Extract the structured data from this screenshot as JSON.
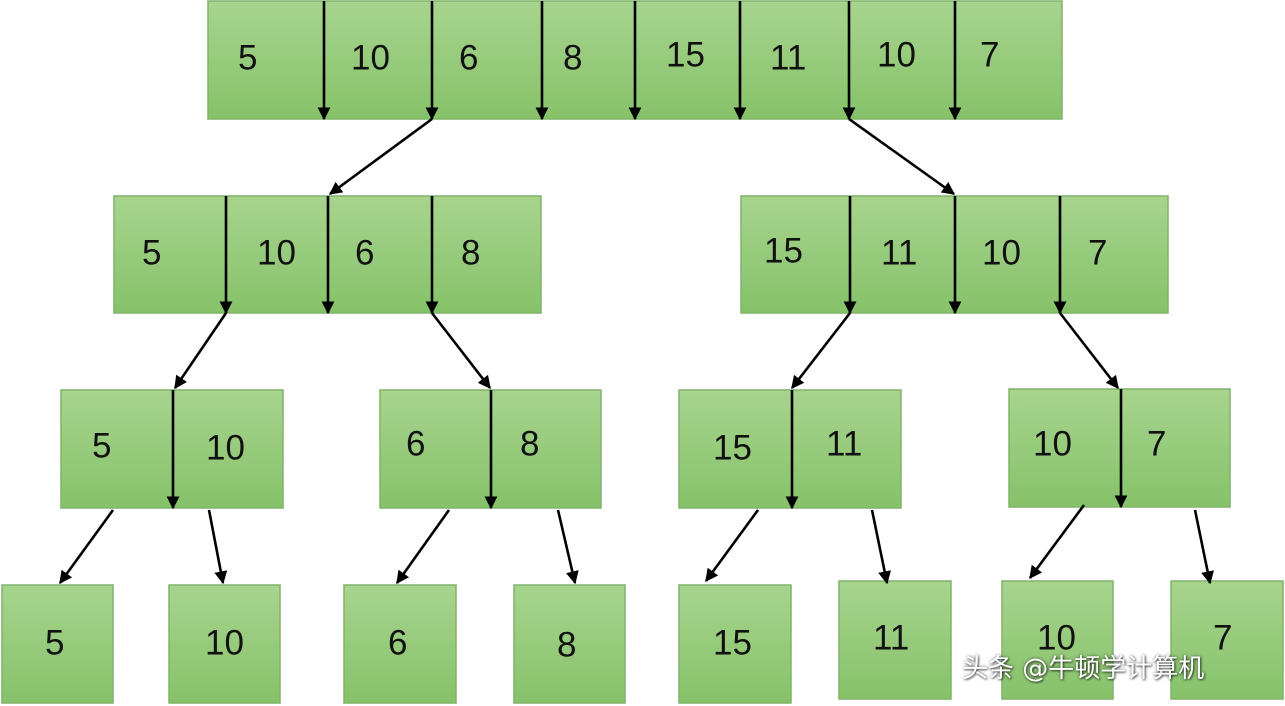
{
  "diagram": {
    "levels": [
      [
        [
          "5",
          "10",
          "6",
          "8",
          "15",
          "11",
          "10",
          "7"
        ]
      ],
      [
        [
          "5",
          "10",
          "6",
          "8"
        ],
        [
          "15",
          "11",
          "10",
          "7"
        ]
      ],
      [
        [
          "5",
          "10"
        ],
        [
          "6",
          "8"
        ],
        [
          "15",
          "11"
        ],
        [
          "10",
          "7"
        ]
      ],
      [
        [
          "5"
        ],
        [
          "10"
        ],
        [
          "6"
        ],
        [
          "8"
        ],
        [
          "15"
        ],
        [
          "11"
        ],
        [
          "10"
        ],
        [
          "7"
        ]
      ]
    ]
  },
  "watermark": "头条 @牛顿学计算机",
  "colors": {
    "box_fill_top": "#a8d48e",
    "box_fill_bottom": "#86c26a",
    "box_border": "#7fb468",
    "arrow": "#000000"
  }
}
